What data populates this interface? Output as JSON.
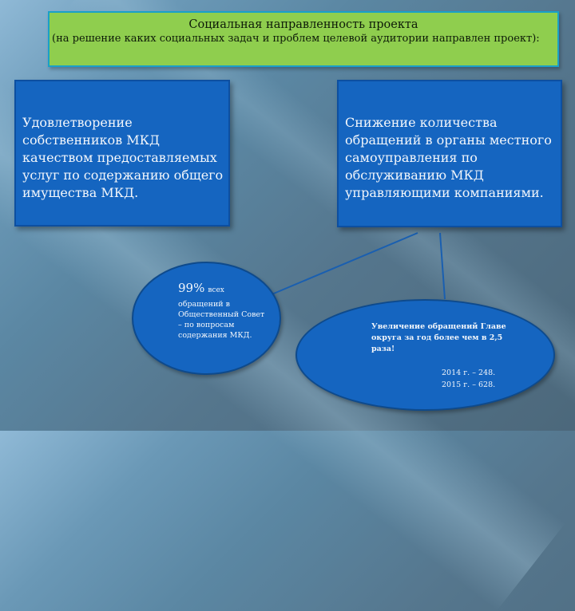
{
  "header": {
    "title": "Социальная направленность проекта",
    "subtitle": "(на решение каких социальных задач и проблем целевой аудитории направлен проект):"
  },
  "boxes": [
    {
      "text": "Удовлетворение собственников МКД качеством предоставляемых услуг по содержанию общего имущества МКД."
    },
    {
      "text": "Снижение количества обращений в органы местного самоуправления по обслуживанию МКД управляющими компаниями."
    }
  ],
  "ellipses": {
    "left": {
      "percent": "99%",
      "percent_suffix": "всех",
      "body": "обращений в Общественный Совет – по вопросам содержания МКД."
    },
    "right": {
      "main": "Увеличение обращений Главе округа за год более чем в 2,5 раза!",
      "stats": [
        "2014 г. – 248.",
        "2015 г. – 628."
      ]
    }
  },
  "colors": {
    "header_fill": "#8fce4e",
    "header_border": "#1aa0c8",
    "box_fill": "#1565c0",
    "connector": "#1a5fb0"
  }
}
